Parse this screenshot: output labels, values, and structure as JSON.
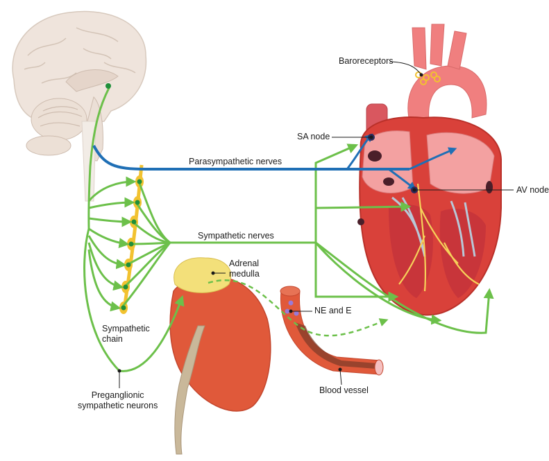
{
  "labels": {
    "baroreceptors": "Baroreceptors",
    "sa_node": "SA node",
    "parasympathetic_nerves": "Parasympathetic nerves",
    "av_node": "AV node",
    "sympathetic_nerves": "Sympathetic nerves",
    "adrenal_medulla_line1": "Adrenal",
    "adrenal_medulla_line2": "medulla",
    "ne_and_e": "NE and E",
    "sympathetic_chain_line1": "Sympathetic",
    "sympathetic_chain_line2": "chain",
    "preganglionic_line1": "Preganglionic",
    "preganglionic_line2": "sympathetic neurons",
    "blood_vessel": "Blood vessel"
  },
  "colors": {
    "sympathetic": "#6cc04a",
    "parasympathetic": "#1f6fb5",
    "chain": "#f2c230",
    "heart_muscle": "#d9413a",
    "aorta": "#f07f7f",
    "brain": "#efe4dc",
    "kidney": "#e0593a",
    "adrenal": "#f3e07a",
    "ureter": "#c9b89a"
  }
}
